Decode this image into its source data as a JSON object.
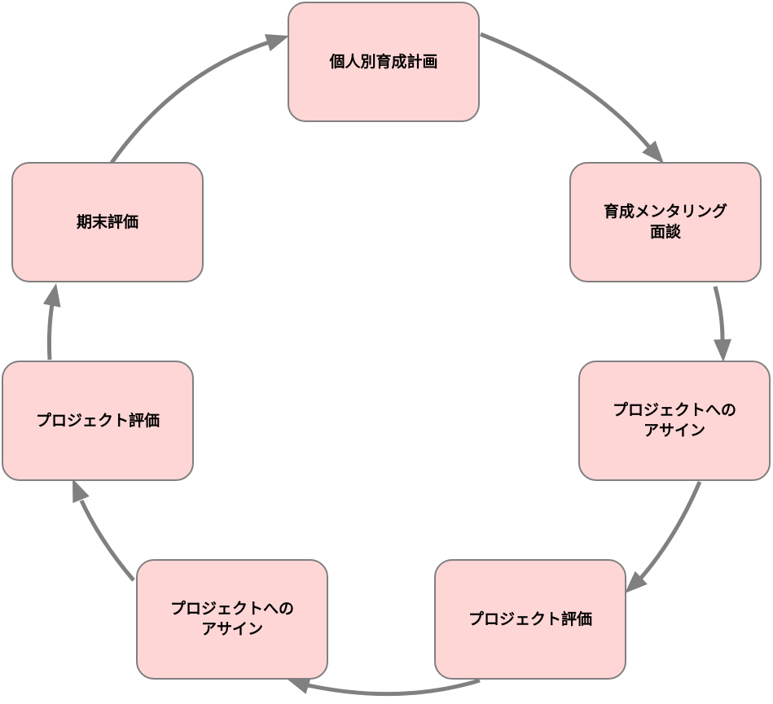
{
  "diagram": {
    "nodes": [
      {
        "id": "individual-plan",
        "label": "個人別育成計画"
      },
      {
        "id": "mentoring",
        "label": "育成メンタリング\n面談"
      },
      {
        "id": "assign-1",
        "label": "プロジェクトへの\nアサイン"
      },
      {
        "id": "eval-1",
        "label": "プロジェクト評価"
      },
      {
        "id": "assign-2",
        "label": "プロジェクトへの\nアサイン"
      },
      {
        "id": "eval-2",
        "label": "プロジェクト評価"
      },
      {
        "id": "term-end",
        "label": "期末評価"
      }
    ],
    "edges": [
      {
        "from": "individual-plan",
        "to": "mentoring"
      },
      {
        "from": "mentoring",
        "to": "assign-1"
      },
      {
        "from": "assign-1",
        "to": "eval-1"
      },
      {
        "from": "eval-1",
        "to": "assign-2"
      },
      {
        "from": "assign-2",
        "to": "eval-2"
      },
      {
        "from": "eval-2",
        "to": "term-end"
      },
      {
        "from": "term-end",
        "to": "individual-plan"
      }
    ],
    "colors": {
      "node_fill": "#ffd6d6",
      "node_border": "#808080",
      "arrow": "#808080",
      "text": "#000000"
    }
  }
}
